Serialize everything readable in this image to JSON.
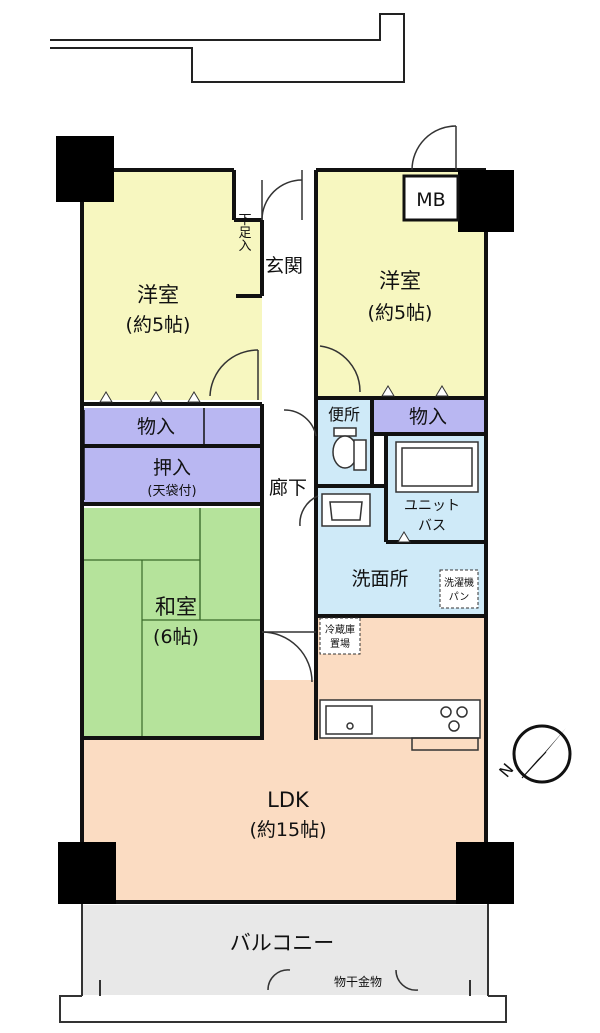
{
  "rooms": {
    "western_left": {
      "name": "洋室",
      "size": "(約5帖)"
    },
    "western_right": {
      "name": "洋室",
      "size": "(約5帖)"
    },
    "japanese": {
      "name": "和室",
      "size": "(6帖)"
    },
    "ldk": {
      "name": "LDK",
      "size": "(約15帖)"
    }
  },
  "storage": {
    "closet_left": "物入",
    "closet_right": "物入",
    "oshiire": "押入",
    "oshiire_note": "(天袋付)",
    "shoe_box": "下足入"
  },
  "areas": {
    "entrance": "玄関",
    "corridor": "廊下",
    "toilet": "便所",
    "unit_bath_line1": "ユニット",
    "unit_bath_line2": "バス",
    "washroom": "洗面所",
    "washer_pan_line1": "洗濯機",
    "washer_pan_line2": "パン",
    "fridge_line1": "冷蔵庫",
    "fridge_line2": "置場",
    "meter_box": "MB",
    "balcony": "バルコニー",
    "laundry_pole": "物干金物"
  },
  "compass": {
    "label": "N"
  },
  "colors": {
    "western": "#f7f7c0",
    "closet": "#b9b7f2",
    "japanese": "#b5e39b",
    "ldk": "#fbdcc2",
    "wet": "#cfeaf8",
    "balcony": "#e8e8e8",
    "corridor": "#ffffff",
    "wall": "#111111",
    "column": "#000000"
  }
}
